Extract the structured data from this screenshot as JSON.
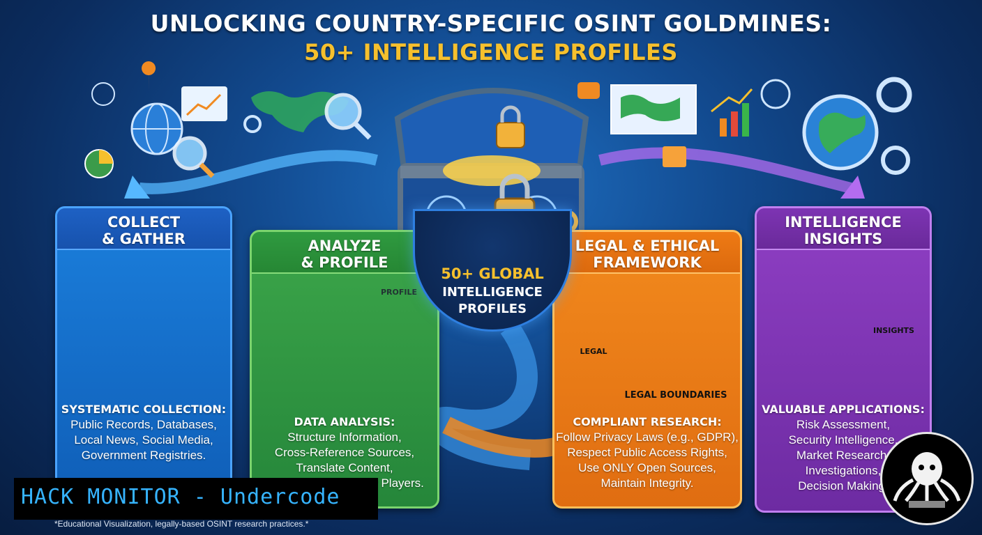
{
  "title": {
    "line1": "UNLOCKING COUNTRY-SPECIFIC OSINT GOLDMINES:",
    "line2": "50+ INTELLIGENCE PROFILES"
  },
  "center": {
    "line1": "50+ GLOBAL",
    "line2": "INTELLIGENCE",
    "line3": "PROFILES"
  },
  "panels": {
    "collect": {
      "title_line1": "COLLECT",
      "title_line2": "& GATHER",
      "lead": "SYSTEMATIC COLLECTION:",
      "lines": [
        "Public Records, Databases,",
        "Local News, Social Media,",
        "Government Registries."
      ],
      "color": "#1b7fdc"
    },
    "analyze": {
      "title_line1": "ANALYZE",
      "title_line2": "& PROFILE",
      "card_label": "PROFILE",
      "lead": "DATA ANALYSIS:",
      "lines": [
        "Structure Information,",
        "Cross-Reference Sources,",
        "Translate Content,",
        "Identify Trends & Key Players."
      ],
      "color": "#3ca64a"
    },
    "legal": {
      "title_line1": "LEGAL & ETHICAL",
      "title_line2": "FRAMEWORK",
      "doc_label": "LEGAL",
      "boundaries_label": "LEGAL BOUNDARIES",
      "lead": "COMPLIANT RESEARCH:",
      "lines": [
        "Follow Privacy Laws (e.g., GDPR),",
        "Respect Public Access Rights,",
        "Use ONLY Open Sources,",
        "Maintain Integrity."
      ],
      "color": "#f28a1d"
    },
    "insights": {
      "title_line1": "INTELLIGENCE",
      "title_line2": "INSIGHTS",
      "doc_label": "INSIGHTS",
      "lead": "VALUABLE APPLICATIONS:",
      "lines": [
        "Risk Assessment,",
        "Security Intelligence,",
        "Market Research,",
        "Investigations,",
        "Decision Making."
      ],
      "color": "#8f3fc4"
    }
  },
  "icons": {
    "collect": [
      "binoculars-icon",
      "magnifier-icon",
      "globe-icon",
      "flag-icon"
    ],
    "analyze": [
      "analyst-at-desk-icon",
      "profile-card-icon",
      "chart-monitor-icon"
    ],
    "legal": [
      "scales-icon",
      "law-book-icon",
      "handshake-icon",
      "legal-document-icon"
    ],
    "insights": [
      "lightbulb-icon",
      "report-document-icon",
      "pie-chart-icon"
    ],
    "center": [
      "treasure-chest-icon",
      "padlock-icon",
      "key-icon"
    ]
  },
  "watermark": "HACK MONITOR - Undercode",
  "footnote": "*Educational Visualization, legally-based OSINT research practices.*",
  "colors": {
    "accent_gold": "#f6c02d",
    "background": "#124a8f"
  }
}
